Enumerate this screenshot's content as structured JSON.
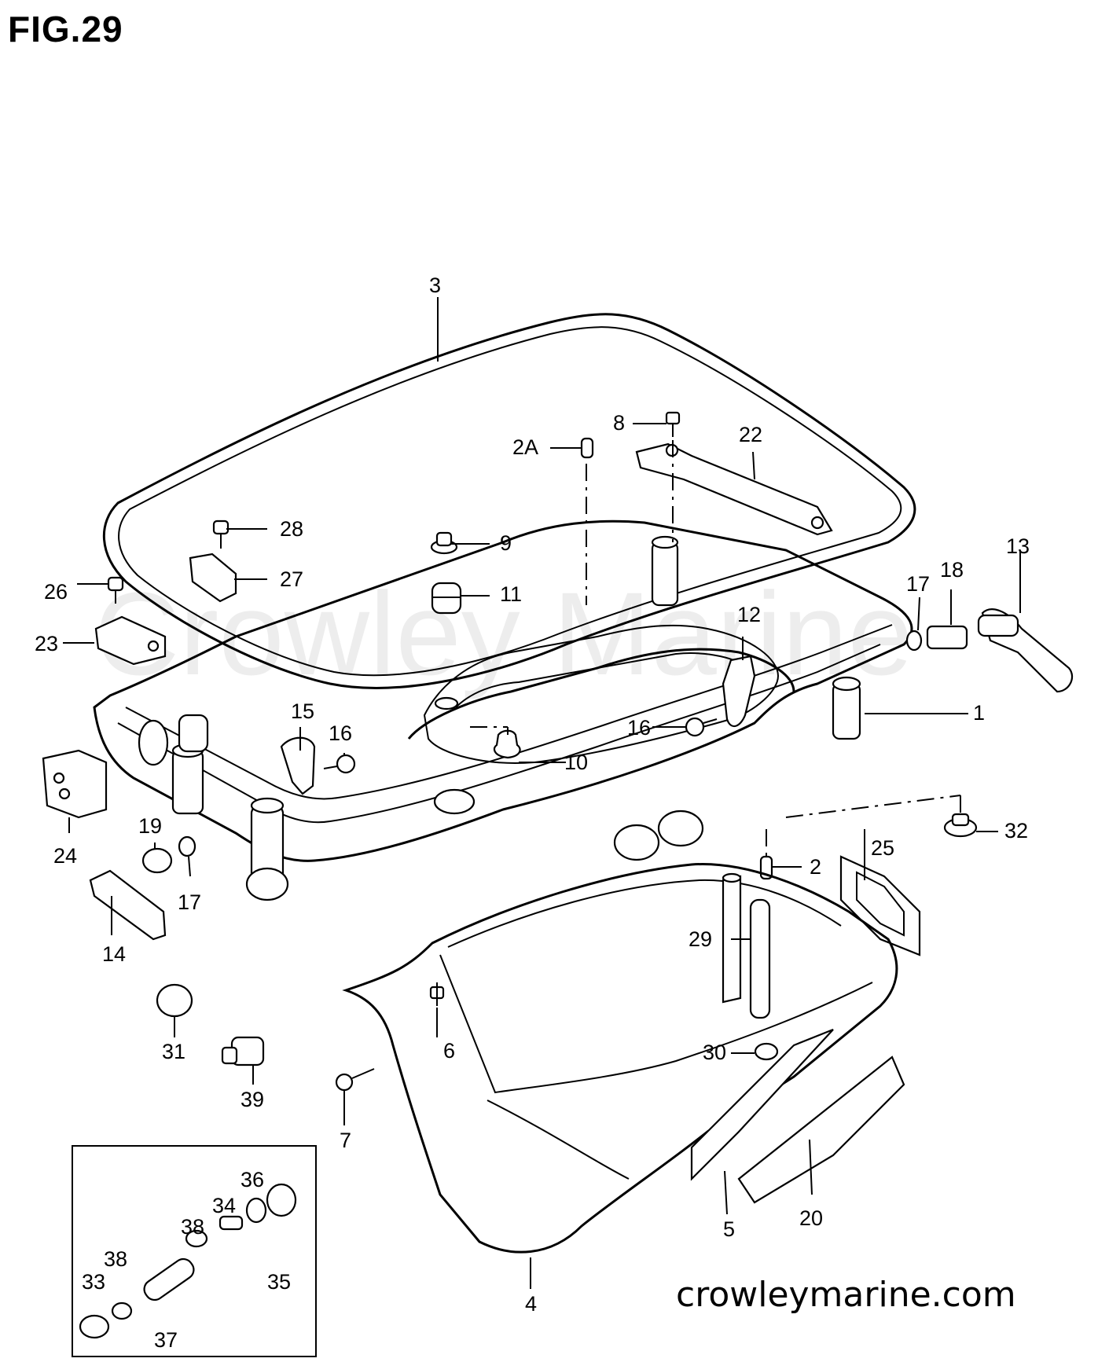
{
  "figure": {
    "title": "FIG.29",
    "website": "crowleymarine.com",
    "watermark": "Crowley Marine"
  },
  "callouts": {
    "p1": "1",
    "p2": "2",
    "p2a": "2A",
    "p3": "3",
    "p4": "4",
    "p5": "5",
    "p6": "6",
    "p7": "7",
    "p8": "8",
    "p9": "9",
    "p10": "10",
    "p11": "11",
    "p12": "12",
    "p13": "13",
    "p14": "14",
    "p15": "15",
    "p16a": "16",
    "p16b": "16",
    "p17a": "17",
    "p17b": "17",
    "p18": "18",
    "p19": "19",
    "p20": "20",
    "p22": "22",
    "p23": "23",
    "p24": "24",
    "p25": "25",
    "p26": "26",
    "p27": "27",
    "p28": "28",
    "p29": "29",
    "p30": "30",
    "p31": "31",
    "p32": "32",
    "p33": "33",
    "p34": "34",
    "p35": "35",
    "p36": "36",
    "p37": "37",
    "p38a": "38",
    "p38b": "38",
    "p39": "39"
  }
}
